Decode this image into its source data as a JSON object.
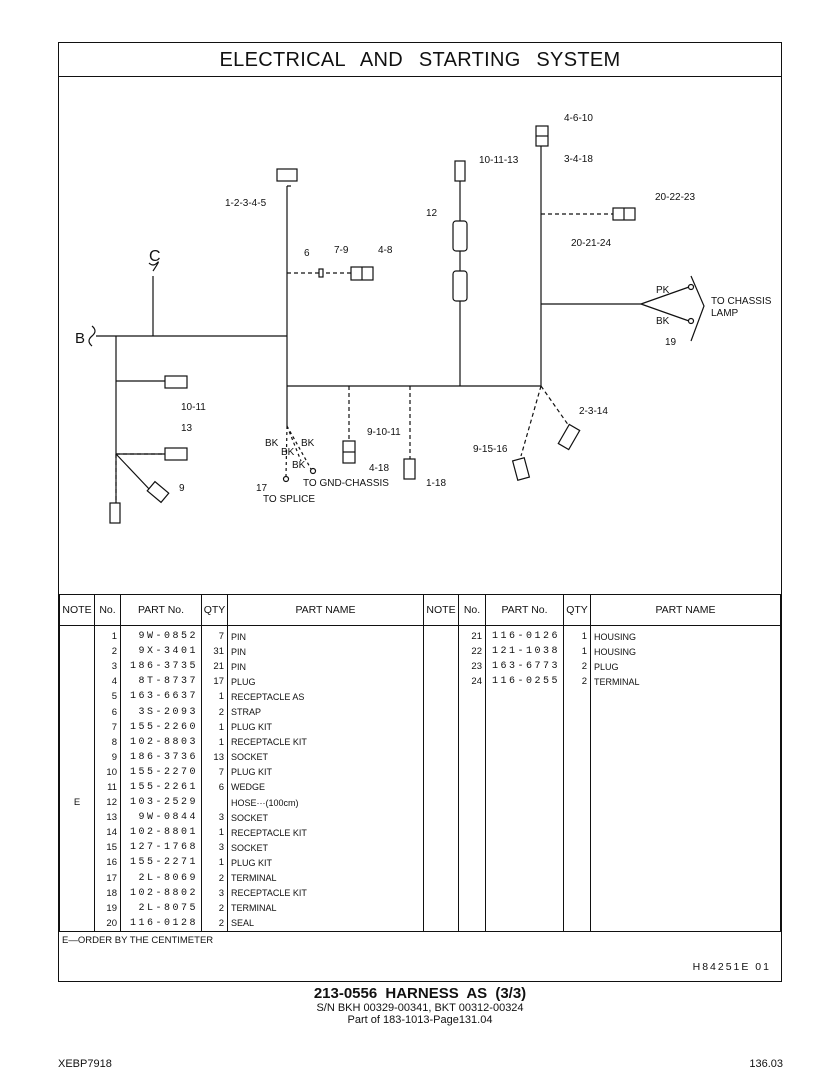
{
  "title": "ELECTRICAL AND STARTING SYSTEM",
  "diagram": {
    "labels": {
      "c": "C",
      "b": "B",
      "l12345": "1-2-3-4-5",
      "l6": "6",
      "l79": "7-9",
      "l48": "4-8",
      "l101113": "10-11-13",
      "l12": "12",
      "l4610": "4-6-10",
      "l3418": "3-4-18",
      "l202223": "20-22-23",
      "l202124": "20-21-24",
      "pk": "PK",
      "bk": "BK",
      "l19": "19",
      "chassis1": "TO CHASSIS",
      "chassis2": "LAMP",
      "l1011": "10-11",
      "l13": "13",
      "l9": "9",
      "bk1": "BK",
      "bk2": "BK",
      "bk3": "BK",
      "bk4": "BK",
      "l17": "17",
      "splice": "TO SPLICE",
      "gnd": "TO GND-CHASSIS",
      "l91011": "9-10-11",
      "l418": "4-18",
      "l118": "1-18",
      "l91516": "9-15-16",
      "l2314": "2-3-14"
    }
  },
  "table": {
    "headers": [
      "NOTE",
      "No.",
      "PART No.",
      "QTY",
      "PART NAME"
    ],
    "left": [
      {
        "note": "",
        "no": "1",
        "pn": "9W-0852",
        "qty": "7",
        "name": "PIN"
      },
      {
        "note": "",
        "no": "2",
        "pn": "9X-3401",
        "qty": "31",
        "name": "PIN"
      },
      {
        "note": "",
        "no": "3",
        "pn": "186-3735",
        "qty": "21",
        "name": "PIN"
      },
      {
        "note": "",
        "no": "4",
        "pn": "8T-8737",
        "qty": "17",
        "name": "PLUG"
      },
      {
        "note": "",
        "no": "5",
        "pn": "163-6637",
        "qty": "1",
        "name": "RECEPTACLE AS"
      },
      {
        "note": "",
        "no": "6",
        "pn": "3S-2093",
        "qty": "2",
        "name": "STRAP"
      },
      {
        "note": "",
        "no": "7",
        "pn": "155-2260",
        "qty": "1",
        "name": "PLUG KIT"
      },
      {
        "note": "",
        "no": "8",
        "pn": "102-8803",
        "qty": "1",
        "name": "RECEPTACLE KIT"
      },
      {
        "note": "",
        "no": "9",
        "pn": "186-3736",
        "qty": "13",
        "name": "SOCKET"
      },
      {
        "note": "",
        "no": "10",
        "pn": "155-2270",
        "qty": "7",
        "name": "PLUG KIT"
      },
      {
        "note": "",
        "no": "11",
        "pn": "155-2261",
        "qty": "6",
        "name": "WEDGE"
      },
      {
        "note": "E",
        "no": "12",
        "pn": "103-2529",
        "qty": "",
        "name": "HOSE···(100cm)"
      },
      {
        "note": "",
        "no": "13",
        "pn": "9W-0844",
        "qty": "3",
        "name": "SOCKET"
      },
      {
        "note": "",
        "no": "14",
        "pn": "102-8801",
        "qty": "1",
        "name": "RECEPTACLE KIT"
      },
      {
        "note": "",
        "no": "15",
        "pn": "127-1768",
        "qty": "3",
        "name": "SOCKET"
      },
      {
        "note": "",
        "no": "16",
        "pn": "155-2271",
        "qty": "1",
        "name": "PLUG KIT"
      },
      {
        "note": "",
        "no": "17",
        "pn": "2L-8069",
        "qty": "2",
        "name": "TERMINAL"
      },
      {
        "note": "",
        "no": "18",
        "pn": "102-8802",
        "qty": "3",
        "name": "RECEPTACLE KIT"
      },
      {
        "note": "",
        "no": "19",
        "pn": "2L-8075",
        "qty": "2",
        "name": "TERMINAL"
      },
      {
        "note": "",
        "no": "20",
        "pn": "116-0128",
        "qty": "2",
        "name": "SEAL"
      }
    ],
    "right": [
      {
        "note": "",
        "no": "21",
        "pn": "116-0126",
        "qty": "1",
        "name": "HOUSING"
      },
      {
        "note": "",
        "no": "22",
        "pn": "121-1038",
        "qty": "1",
        "name": "HOUSING"
      },
      {
        "note": "",
        "no": "23",
        "pn": "163-6773",
        "qty": "2",
        "name": "PLUG"
      },
      {
        "note": "",
        "no": "24",
        "pn": "116-0255",
        "qty": "2",
        "name": "TERMINAL"
      }
    ]
  },
  "footer": {
    "note": "E—ORDER BY THE CENTIMETER",
    "code": "H84251E   01"
  },
  "caption": {
    "line1": "213-0556  HARNESS AS (3/3)",
    "line2": "S/N BKH 00329-00341, BKT 00312-00324",
    "line3": "Part of 183-1013-Page131.04"
  },
  "doc_id": "XEBP7918",
  "page_no": "136.03"
}
